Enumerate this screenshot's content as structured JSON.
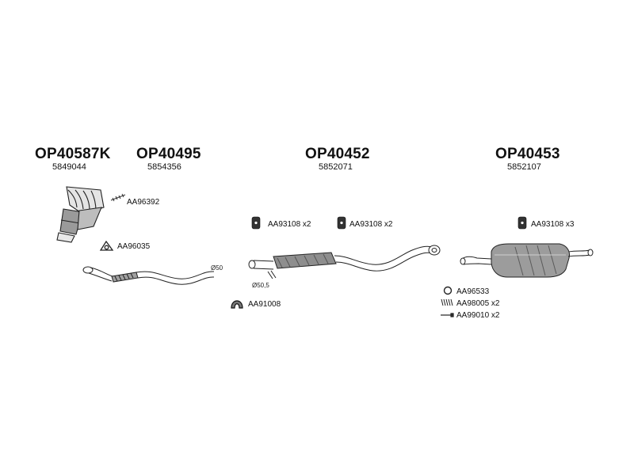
{
  "parts": [
    {
      "code": "OP40587K",
      "number": "5849044"
    },
    {
      "code": "OP40495",
      "number": "5854356"
    },
    {
      "code": "OP40452",
      "number": "5852071"
    },
    {
      "code": "OP40453",
      "number": "5852107"
    }
  ],
  "accessories": {
    "aa96392": "AA96392",
    "aa96035": "AA96035",
    "aa93108_a": "AA93108 x2",
    "aa93108_b": "AA93108 x2",
    "aa93108_c": "AA93108 x3",
    "aa91008": "AA91008",
    "aa96533": "AA96533",
    "aa98005": "AA98005 x2",
    "aa99010": "AA99010 x2"
  },
  "dimensions": {
    "d50": "Ø50",
    "d50_5": "Ø50,5"
  },
  "colors": {
    "line": "#222222",
    "shade_dark": "#555555",
    "shade_mid": "#8a8a8a",
    "shade_light": "#c8c8c8",
    "icon_fill": "#333333"
  }
}
